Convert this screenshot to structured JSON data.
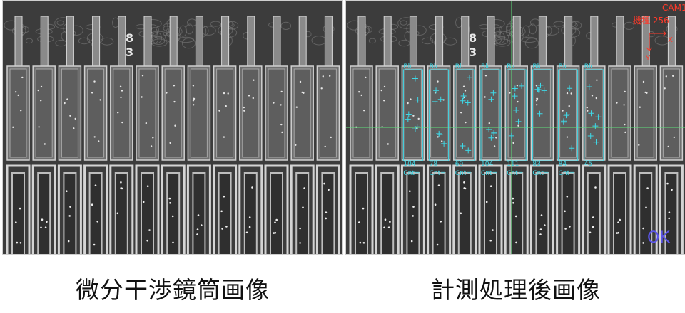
{
  "captions": {
    "left": "微分干渉鏡筒画像",
    "right": "計測処理後画像"
  },
  "overlay": {
    "camera_label": "CAM1",
    "model_label": "機種 256",
    "axis_x_label": "X",
    "axis_y_label": "Y",
    "result_label": "OK",
    "box_labels": [
      "Blc",
      "Blc",
      "Blc",
      "Blc",
      "Blc",
      "Blc",
      "Blc",
      "Blc"
    ],
    "box_values": [
      "104",
      "78",
      "69",
      "104",
      "111",
      "83",
      "84",
      "45"
    ],
    "count_labels": [
      "Cnt=",
      "Cnt=",
      "Cnt=",
      "Cnt=",
      "Cnt=",
      "Cnt=",
      "Cnt="
    ]
  },
  "colors": {
    "overlay_cyan": "#3fd7e6",
    "crosshair_green": "#5ee07a",
    "camera_red": "#ff3a2a",
    "ok_blue": "#5b55e8",
    "micrograph_bg": "#3c3c3c",
    "pattern_gray": "#8a8a8a"
  }
}
